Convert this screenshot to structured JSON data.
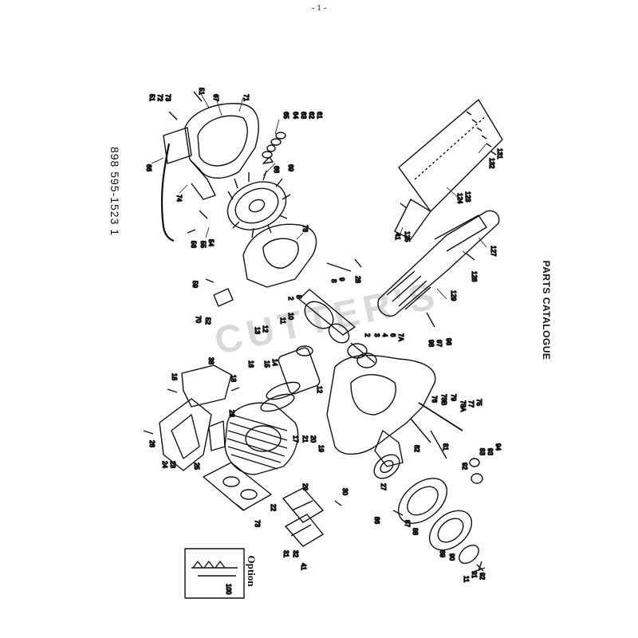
{
  "page_number": "- 1 -",
  "doc_number": "898 595-1523  1",
  "title": "PARTS CATALOGUE",
  "option_label": "Option",
  "watermark": "CUTTER'S",
  "callouts": {
    "c51a": "51",
    "c67": "67",
    "c71": "71",
    "c51b": "51",
    "c72": "72",
    "c73": "73",
    "c61": "61",
    "c62": "62",
    "c63": "63",
    "c64": "64",
    "c65": "65",
    "c69": "69",
    "c68": "68",
    "c74": "74",
    "c66": "66",
    "c54": "54",
    "c55": "55",
    "c56": "56",
    "c78": "78",
    "c131": "131",
    "c132": "132",
    "c123": "123",
    "c124": "124",
    "c125": "125",
    "c41a": "41",
    "c127": "127",
    "c128": "128",
    "c129": "129",
    "c59": "59",
    "c70": "70",
    "c52": "52",
    "c28": "28",
    "c9": "9",
    "c8": "8",
    "c5": "5",
    "c2a": "2",
    "c10": "10",
    "c11": "11",
    "c12a": "12",
    "c13": "13",
    "c2b": "2",
    "c3": "3",
    "c4": "4",
    "c6": "6",
    "c7a": "7A",
    "c96": "96",
    "c97": "97",
    "c98": "98",
    "c18a": "18",
    "c38": "38",
    "c18b": "18",
    "c14": "14",
    "c15": "15",
    "c16": "16",
    "c12b": "12",
    "c75": "75",
    "c77": "77",
    "c78a": "78A",
    "c79": "79",
    "c78b": "78B",
    "c76": "76",
    "c23a": "23",
    "c20": "20",
    "c21": "21",
    "c17": "17",
    "c19": "19",
    "c81": "81",
    "c82": "82",
    "c26": "26",
    "c24": "24",
    "c23b": "23",
    "c25": "25",
    "c94": "94",
    "c93": "93",
    "c83": "83",
    "c92": "92",
    "c27": "27",
    "c29": "29",
    "c30": "30",
    "c22": "22",
    "c73b": "73",
    "c86": "86",
    "c87": "87",
    "c88": "88",
    "c89": "89",
    "c90": "90",
    "c91": "91",
    "c92b": "92",
    "c11b": "11",
    "c31": "31",
    "c32": "32",
    "c41b": "41",
    "c100": "100"
  }
}
